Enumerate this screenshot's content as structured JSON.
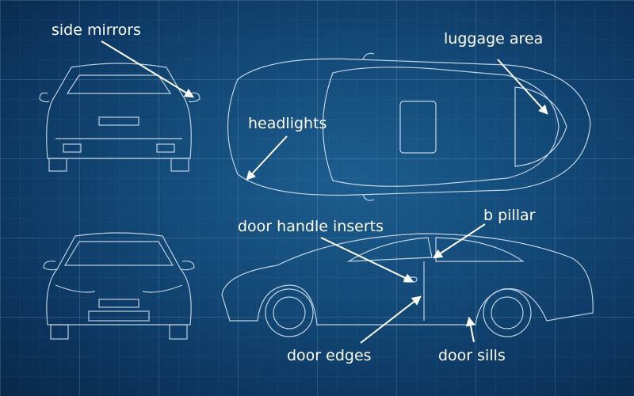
{
  "labels": {
    "side_mirrors": "side mirrors",
    "luggage_area": "luggage area",
    "headlights": "headlights",
    "door_handle_inserts": "door handle inserts",
    "b_pillar": "b pillar",
    "door_edges": "door edges",
    "door_sills": "door sills"
  },
  "colors": {
    "background": "#134a78",
    "line": "#dce9f5",
    "label": "#ffffff"
  }
}
